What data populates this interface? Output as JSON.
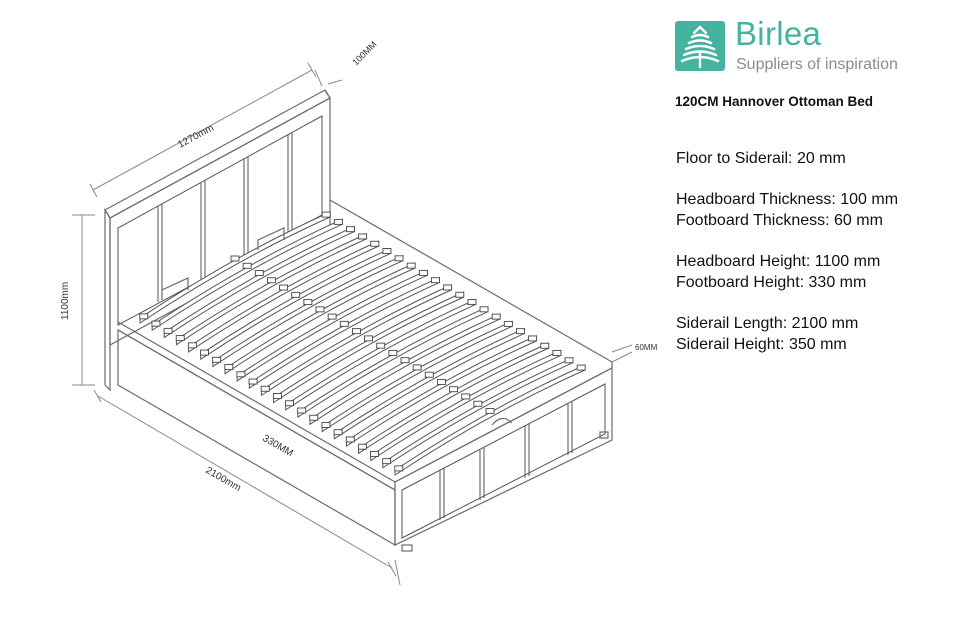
{
  "brand": {
    "name": "Birlea",
    "tagline": "Suppliers of inspiration",
    "accent_color": "#46b3a1",
    "logo_icon": "christmas-tree-icon"
  },
  "product": {
    "title": "120CM Hannover Ottoman Bed"
  },
  "specs": [
    {
      "lines": [
        "Floor to Siderail: 20 mm"
      ]
    },
    {
      "lines": [
        "Headboard Thickness: 100 mm",
        "Footboard Thickness: 60 mm"
      ]
    },
    {
      "lines": [
        "Headboard Height: 1100 mm",
        "Footboard Height: 330 mm"
      ]
    },
    {
      "lines": [
        "Siderail Length: 2100 mm",
        "Siderail Height: 350 mm"
      ]
    }
  ],
  "dimensions": {
    "width": "1270mm",
    "headboard_thickness": "100MM",
    "headboard_height": "1100mm",
    "footboard_thickness": "60MM",
    "footboard_height": "330MM",
    "length": "2100mm"
  }
}
